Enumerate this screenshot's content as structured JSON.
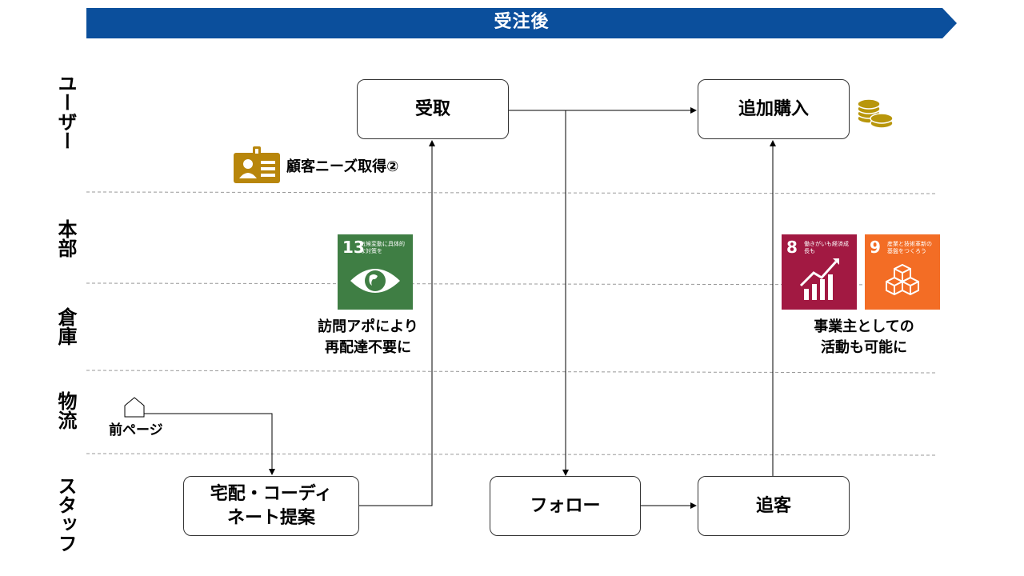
{
  "header": {
    "title": "受注後",
    "color": "#0b4f9c"
  },
  "lanes": [
    {
      "label": "ユーザー"
    },
    {
      "label": "本部"
    },
    {
      "label": "倉庫"
    },
    {
      "label": "物流"
    },
    {
      "label": "スタッフ"
    }
  ],
  "boxes": {
    "receive": "受取",
    "additional_purchase": "追加購入",
    "proposal_line1": "宅配・コーディ",
    "proposal_line2": "ネート提案",
    "follow": "フォロー",
    "chase": "追客"
  },
  "notes": {
    "customer_needs": "顧客ニーズ取得②",
    "visit_line1": "訪問アポにより",
    "visit_line2": "再配達不要に",
    "business_line1": "事業主としての",
    "business_line2": "活動も可能に",
    "prev_page": "前ページ"
  },
  "sdgs": [
    {
      "number": "13",
      "text": "気候変動に具体的な対策を",
      "color": "#3f7e44",
      "icon": "eye-globe-icon"
    },
    {
      "number": "8",
      "text": "働きがいも経済成長も",
      "color": "#a21942",
      "icon": "growth-chart-icon"
    },
    {
      "number": "9",
      "text": "産業と技術革新の基盤をつくろう",
      "color": "#fd6925",
      "icon": "cubes-icon"
    }
  ],
  "colors": {
    "id_card": "#b8860b",
    "coins": "#b8960b",
    "divider": "#999999"
  }
}
